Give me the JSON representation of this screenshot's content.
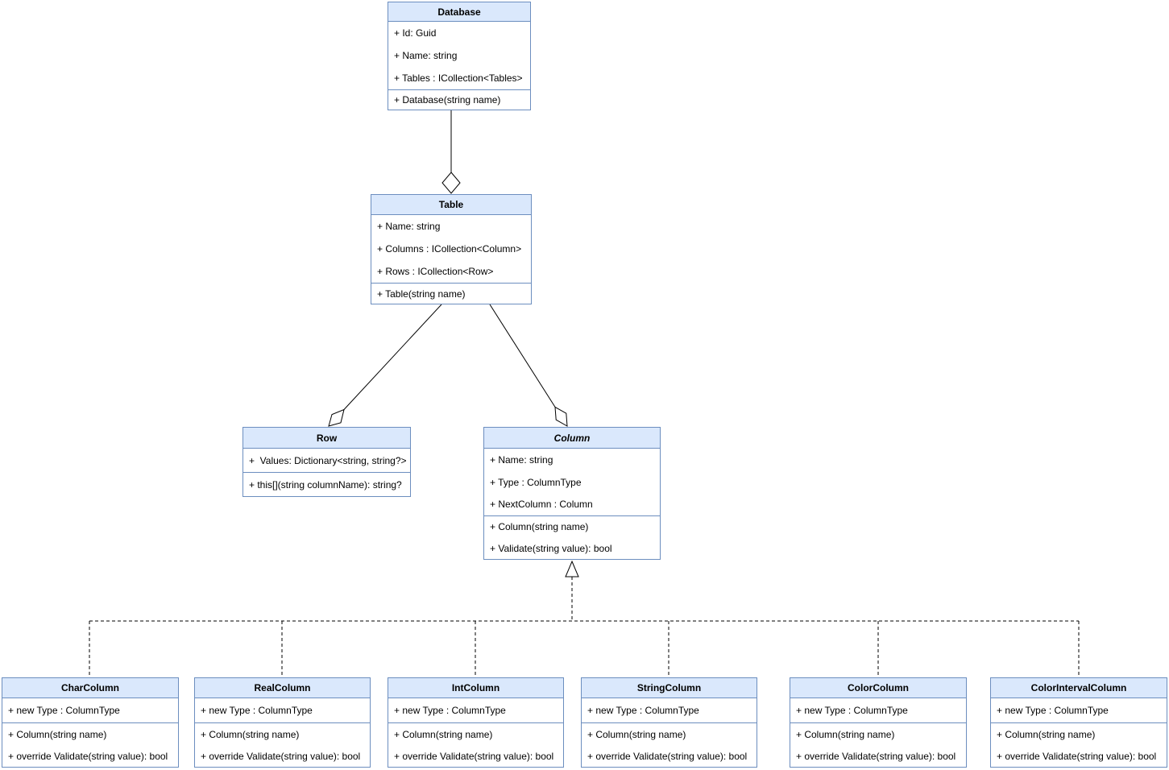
{
  "diagram": {
    "background_color": "#ffffff",
    "class_title_fill": "#dae8fc",
    "class_border_color": "#6c8ebf",
    "connector_color": "#000000"
  },
  "classes": [
    {
      "title": "Database",
      "abstract": false,
      "attributes": [
        "+ Id: Guid",
        "+ Name: string",
        "+ Tables : ICollection<Tables>"
      ],
      "methods": [
        "+ Database(string name)"
      ]
    },
    {
      "title": "Table",
      "abstract": false,
      "attributes": [
        "+ Name: string",
        "+ Columns : ICollection<Column>",
        "+ Rows : ICollection<Row>"
      ],
      "methods": [
        "+ Table(string name)"
      ]
    },
    {
      "title": "Row",
      "abstract": false,
      "attributes": [
        "+  Values: Dictionary<string, string?>"
      ],
      "methods": [
        "+ this[](string columnName): string?"
      ]
    },
    {
      "title": "Column",
      "abstract": true,
      "attributes": [
        "+ Name: string",
        "+ Type : ColumnType",
        "+ NextColumn : Column"
      ],
      "methods": [
        "+ Column(string name)",
        "+ Validate(string value): bool"
      ]
    },
    {
      "title": "CharColumn",
      "abstract": false,
      "attributes": [
        "+ new Type : ColumnType"
      ],
      "methods": [
        "+ Column(string name)",
        "+ override Validate(string value): bool"
      ]
    },
    {
      "title": "RealColumn",
      "abstract": false,
      "attributes": [
        "+ new Type : ColumnType"
      ],
      "methods": [
        "+ Column(string name)",
        "+ override Validate(string value): bool"
      ]
    },
    {
      "title": "IntColumn",
      "abstract": false,
      "attributes": [
        "+ new Type : ColumnType"
      ],
      "methods": [
        "+ Column(string name)",
        "+ override Validate(string value): bool"
      ]
    },
    {
      "title": "StringColumn",
      "abstract": false,
      "attributes": [
        "+ new Type : ColumnType"
      ],
      "methods": [
        "+ Column(string name)",
        "+ override Validate(string value): bool"
      ]
    },
    {
      "title": "ColorColumn",
      "abstract": false,
      "attributes": [
        "+ new Type : ColumnType"
      ],
      "methods": [
        "+ Column(string name)",
        "+ override Validate(string value): bool"
      ]
    },
    {
      "title": "ColorIntervalColumn",
      "abstract": false,
      "attributes": [
        "+ new Type : ColumnType"
      ],
      "methods": [
        "+ Column(string name)",
        "+ override Validate(string value): bool"
      ]
    }
  ],
  "relationships": [
    {
      "type": "aggregation",
      "from": "Database",
      "to": "Table",
      "diamond_end": "Table",
      "line_style": "solid"
    },
    {
      "type": "aggregation",
      "from": "Table",
      "to": "Row",
      "diamond_end": "Row",
      "line_style": "solid"
    },
    {
      "type": "aggregation",
      "from": "Table",
      "to": "Column",
      "diamond_end": "Column",
      "line_style": "solid"
    },
    {
      "type": "generalization",
      "parent": "Column",
      "children": [
        "CharColumn",
        "RealColumn",
        "IntColumn",
        "StringColumn",
        "ColorColumn",
        "ColorIntervalColumn"
      ],
      "line_style": "dashed"
    }
  ]
}
